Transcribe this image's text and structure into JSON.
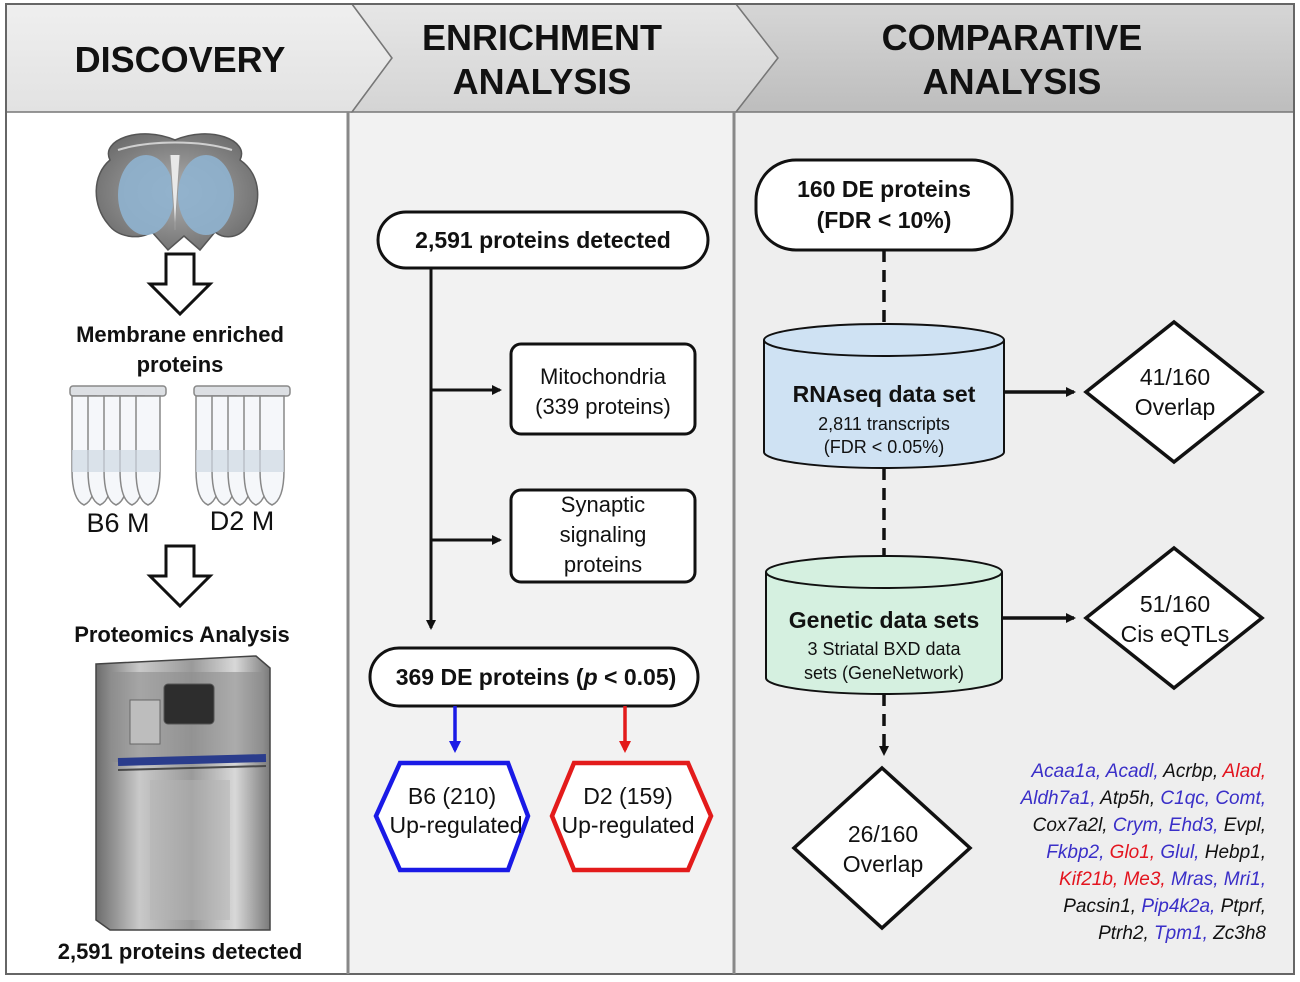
{
  "colors": {
    "blue": "#1a1ae6",
    "red": "#e31b1b",
    "gene_blue": "#3a2fc8",
    "gene_red": "#e3141e",
    "gene_black": "#111111",
    "panel_left": "#ffffff",
    "panel_mid": "#f2f2f2",
    "panel_right": "#eeeeee",
    "rnaseq_fill": "#cfe2f3",
    "genetic_fill": "#d5f0e0"
  },
  "headers": {
    "discovery": "DISCOVERY",
    "enrichment_1": "ENRICHMENT",
    "enrichment_2": "ANALYSIS",
    "comparative_1": "COMPARATIVE",
    "comparative_2": "ANALYSIS"
  },
  "discovery": {
    "membrane_1": "Membrane enriched",
    "membrane_2": "proteins",
    "tube_b6": "B6 M",
    "tube_d2": "D2 M",
    "proteomics": "Proteomics Analysis",
    "detected": "2,591 proteins detected"
  },
  "enrichment": {
    "detected": "2,591 proteins detected",
    "mito_1": "Mitochondria",
    "mito_2": "(339 proteins)",
    "syn_1": "Synaptic",
    "syn_2": "signaling",
    "syn_3": "proteins",
    "de_prefix": "369 DE proteins (",
    "de_p": "p",
    "de_suffix": " < 0.05)",
    "b6_1": "B6 (210)",
    "b6_2": "Up-regulated",
    "d2_1": "D2 (159)",
    "d2_2": "Up-regulated"
  },
  "comparative": {
    "de_1": "160 DE proteins",
    "de_2": "(FDR < 10%)",
    "rna_title": "RNAseq data set",
    "rna_1": "2,811 transcripts",
    "rna_2": "(FDR < 0.05%)",
    "overlap41_1": "41/160",
    "overlap41_2": "Overlap",
    "gen_title": "Genetic data sets",
    "gen_1": "3 Striatal BXD data",
    "gen_2": "sets (GeneNetwork)",
    "cis_1": "51/160",
    "cis_2": "Cis eQTLs",
    "overlap26_1": "26/160",
    "overlap26_2": "Overlap"
  },
  "genes": [
    [
      {
        "t": "Acaa1a,",
        "c": "blue"
      },
      {
        "t": "Acadl,",
        "c": "blue"
      },
      {
        "t": "Acrbp,",
        "c": "black"
      },
      {
        "t": "Alad,",
        "c": "red"
      }
    ],
    [
      {
        "t": "Aldh7a1,",
        "c": "blue"
      },
      {
        "t": "Atp5h,",
        "c": "black"
      },
      {
        "t": "C1qc,",
        "c": "blue"
      },
      {
        "t": "Comt,",
        "c": "blue"
      }
    ],
    [
      {
        "t": "Cox7a2l,",
        "c": "black"
      },
      {
        "t": "Crym,",
        "c": "blue"
      },
      {
        "t": "Ehd3,",
        "c": "blue"
      },
      {
        "t": "Evpl,",
        "c": "black"
      }
    ],
    [
      {
        "t": "Fkbp2,",
        "c": "blue"
      },
      {
        "t": "Glo1,",
        "c": "red"
      },
      {
        "t": "Glul,",
        "c": "blue"
      },
      {
        "t": "Hebp1,",
        "c": "black"
      }
    ],
    [
      {
        "t": "Kif21b,",
        "c": "red"
      },
      {
        "t": "Me3,",
        "c": "red"
      },
      {
        "t": "Mras,",
        "c": "blue"
      },
      {
        "t": "Mri1,",
        "c": "blue"
      }
    ],
    [
      {
        "t": "Pacsin1,",
        "c": "black"
      },
      {
        "t": "Pip4k2a,",
        "c": "blue"
      },
      {
        "t": "Ptprf,",
        "c": "black"
      }
    ],
    [
      {
        "t": "Ptrh2,",
        "c": "black"
      },
      {
        "t": "Tpm1,",
        "c": "blue"
      },
      {
        "t": "Zc3h8",
        "c": "black"
      }
    ]
  ]
}
